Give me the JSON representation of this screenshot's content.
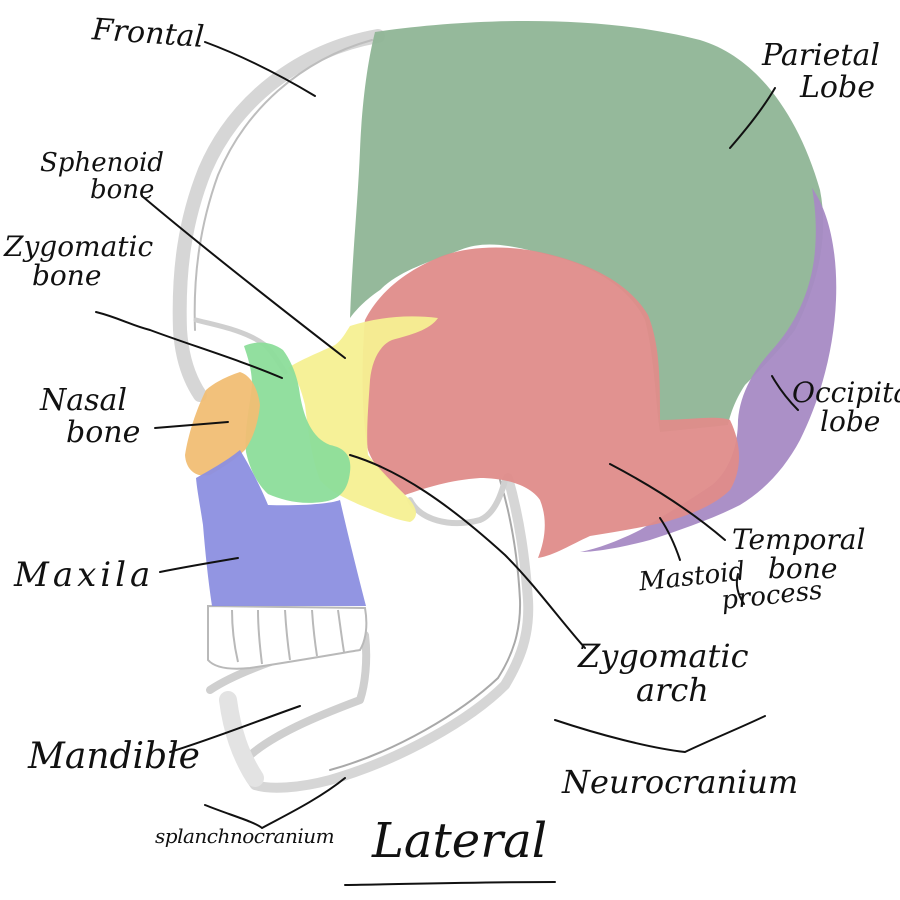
{
  "colors": {
    "parietal": "#8fb596",
    "temporal": "#df8c8a",
    "occipital": "#a68ac4",
    "sphenoid": "#f6f092",
    "zygomatic": "#8cdd9a",
    "nasal": "#f1be74",
    "maxilla": "#8c8fe0",
    "outline": "#d6d6d6",
    "ink": "#111111"
  },
  "labels": {
    "frontal": "Frontal",
    "sphenoid_1": "Sphenoid",
    "sphenoid_2": "bone",
    "zygomatic_1": "Zygomatic",
    "zygomatic_2": "bone",
    "nasal_1": "Nasal",
    "nasal_2": "bone",
    "maxilla": "Maxila",
    "mandible": "Mandible",
    "splanchnocranium": "splanchnocranium",
    "lateral": "Lateral",
    "neurocranium": "Neurocranium",
    "zygomatic_arch_1": "Zygomatic",
    "zygomatic_arch_2": "arch",
    "temporal_1": "Temporal",
    "temporal_2": "bone",
    "mastoid_1": "Mastoid",
    "mastoid_2": "process",
    "occipital_1": "Occipital",
    "occipital_2": "lobe",
    "parietal_1": "Parietal",
    "parietal_2": "Lobe"
  }
}
